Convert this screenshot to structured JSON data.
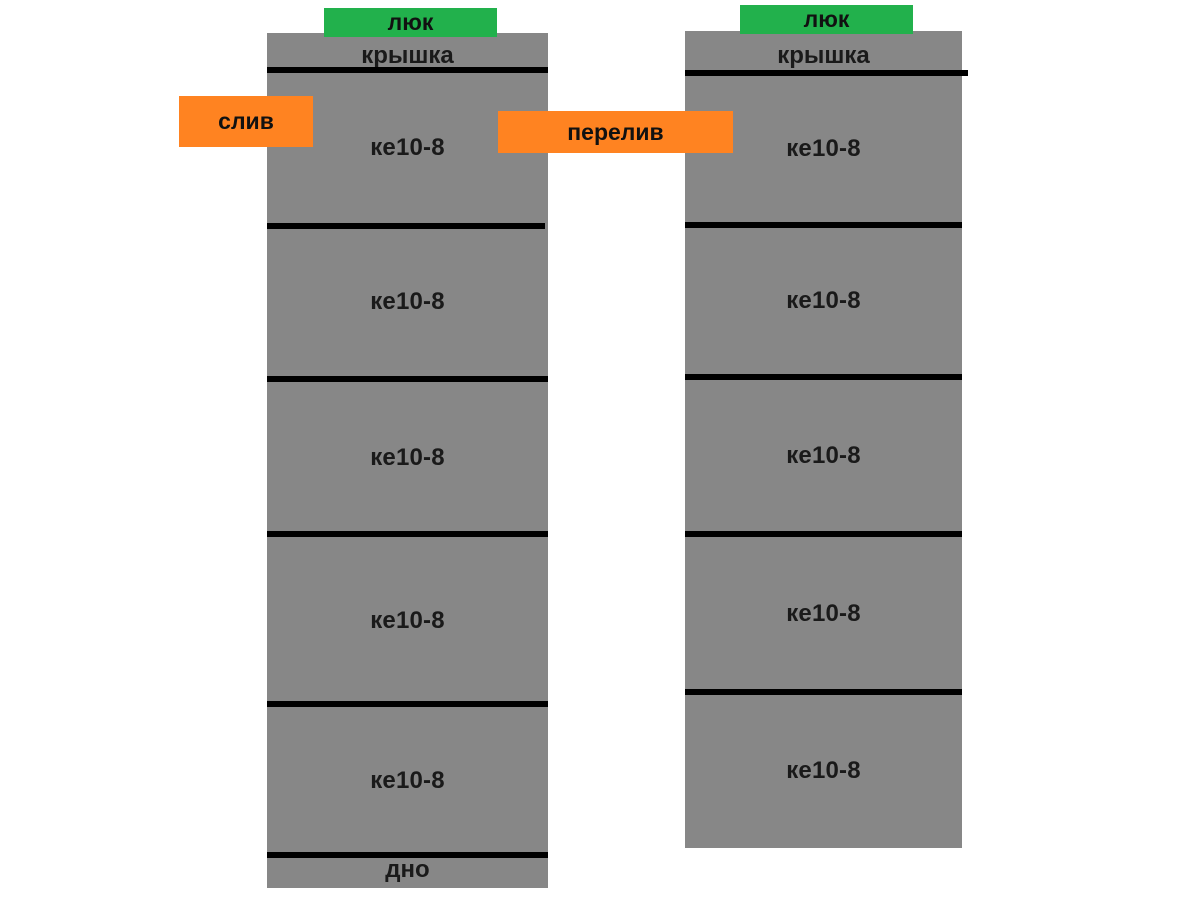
{
  "diagram": {
    "title": "Septic tank scheme from concrete rings",
    "colors": {
      "concrete": "#878787",
      "joint": "#000000",
      "hatch": "#22b14c",
      "pipe": "#ff8321",
      "background": "#ffffff",
      "text": "#1a1a1a"
    },
    "columns": [
      {
        "id": "left",
        "name": "left-well",
        "cap_label": "крышка",
        "bottom_label": "дно",
        "hatch_label": "люк",
        "rings": [
          {
            "label": "ке10-8"
          },
          {
            "label": "ке10-8"
          },
          {
            "label": "ке10-8"
          },
          {
            "label": "ке10-8"
          },
          {
            "label": "ке10-8"
          }
        ]
      },
      {
        "id": "right",
        "name": "right-well",
        "cap_label": "крышка",
        "bottom_label": "",
        "hatch_label": "люк",
        "rings": [
          {
            "label": "ке10-8"
          },
          {
            "label": "ке10-8"
          },
          {
            "label": "ке10-8"
          },
          {
            "label": "ке10-8"
          },
          {
            "label": "ке10-8"
          }
        ]
      }
    ],
    "pipes": [
      {
        "id": "drain",
        "label": "слив"
      },
      {
        "id": "overflow",
        "label": "перелив"
      }
    ]
  }
}
